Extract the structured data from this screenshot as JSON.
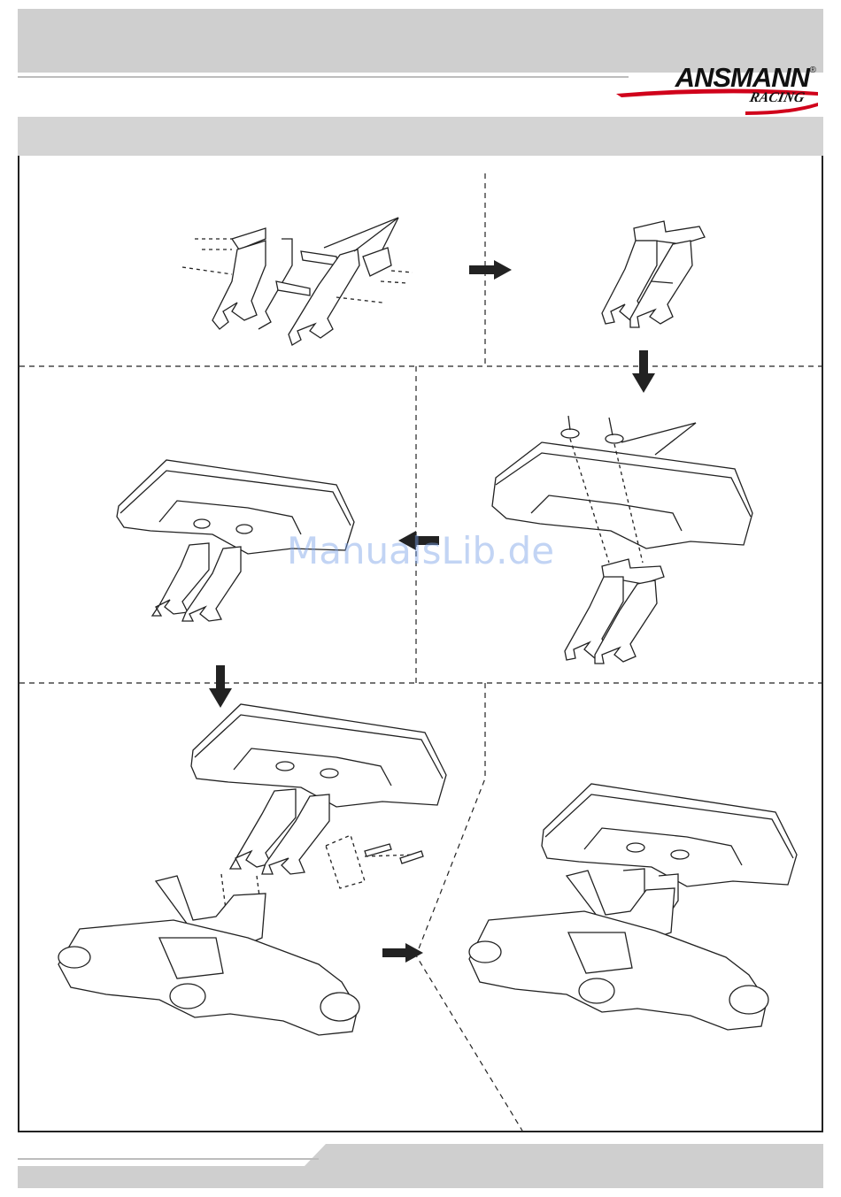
{
  "header": {
    "brand": "ANSMANN",
    "registered_mark": "®",
    "sub_brand": "RACING"
  },
  "watermark": "ManualsLib.de",
  "colors": {
    "header_bar": "#cfcfcf",
    "section_bar": "#d4d4d4",
    "line_art": "#222222",
    "logo_red": "#d0021b"
  },
  "steps": [
    {
      "icon": "wing-mount-exploded-drawing"
    },
    {
      "icon": "wing-mount-assembled-drawing"
    },
    {
      "icon": "wing-and-mount-exploded-drawing"
    },
    {
      "icon": "wing-on-mount-drawing"
    },
    {
      "icon": "wing-to-chassis-exploded-drawing"
    },
    {
      "icon": "wing-on-chassis-drawing"
    }
  ]
}
